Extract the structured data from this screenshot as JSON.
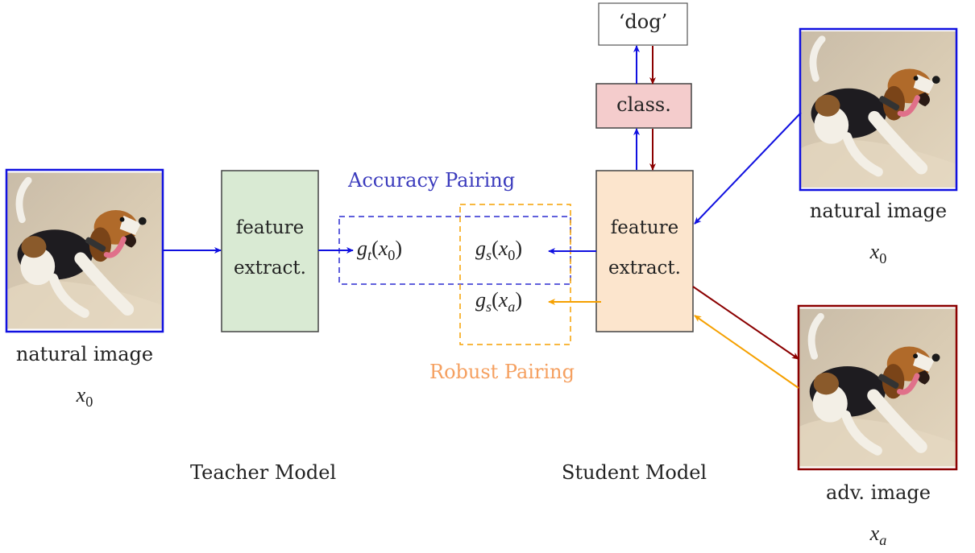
{
  "labels": {
    "dog": "‘dog’",
    "classifier": "class.",
    "teacher_feature_line1": "feature",
    "teacher_feature_line2": "extract.",
    "student_feature_line1": "feature",
    "student_feature_line2": "extract.",
    "accuracy_pairing": "Accuracy Pairing",
    "robust_pairing": "Robust Pairing",
    "natural_image_left": "natural image",
    "natural_image_right": "natural image",
    "adv_image": "adv. image",
    "teacher_model": "Teacher Model",
    "student_model": "Student Model"
  },
  "math": {
    "x0_left": {
      "base": "x",
      "sub": "0"
    },
    "x0_right": {
      "base": "x",
      "sub": "0"
    },
    "xa": {
      "base": "x",
      "sub": "a"
    },
    "gt_x0": {
      "g": "g",
      "gsub": "t",
      "x": "x",
      "xsub": "0"
    },
    "gs_x0": {
      "g": "g",
      "gsub": "s",
      "x": "x",
      "xsub": "0"
    },
    "gs_xa": {
      "g": "g",
      "gsub": "s",
      "x": "x",
      "xsub": "a"
    }
  },
  "colors": {
    "natural_flow": "#1010e0",
    "adversarial_flow": "#8b0000",
    "robust_flow": "#f5a000",
    "accuracy_pairing_text": "#3b3bbd",
    "robust_pairing_text": "#f5a060",
    "teacher_box_fill": "#d9ead3",
    "student_box_fill": "#fce5cd",
    "classifier_fill": "#f4cccc"
  },
  "icons": [
    "beagle-photo-natural-left",
    "beagle-photo-natural-right",
    "beagle-photo-adversarial"
  ]
}
